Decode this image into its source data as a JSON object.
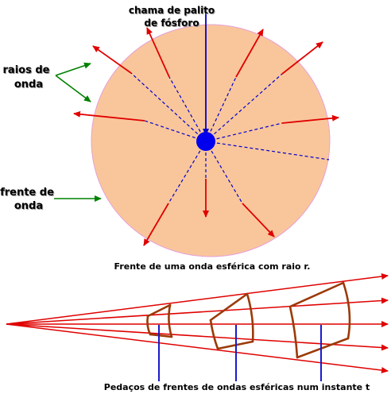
{
  "labels": {
    "flame_line1": "chama de palito",
    "flame_line2": "de fósforo",
    "rays_line1": "raios de",
    "rays_line2": "onda",
    "front_line1": "frente de",
    "front_line2": "onda",
    "caption_top": "Frente de uma onda esférica com raio r.",
    "caption_bottom": "Pedaços de frentes de ondas esféricas num instante t"
  },
  "colors": {
    "wave_fill": "#f9c69b",
    "ray": "#e00000",
    "dashed_ray": "#0000cc",
    "source": "#0000ee",
    "pointer_arrow": "#008000",
    "front_pieces": "#9b3a08",
    "marker_lines": "#1a1acc"
  },
  "icons": [
    "source-dot",
    "arrow-icon"
  ]
}
